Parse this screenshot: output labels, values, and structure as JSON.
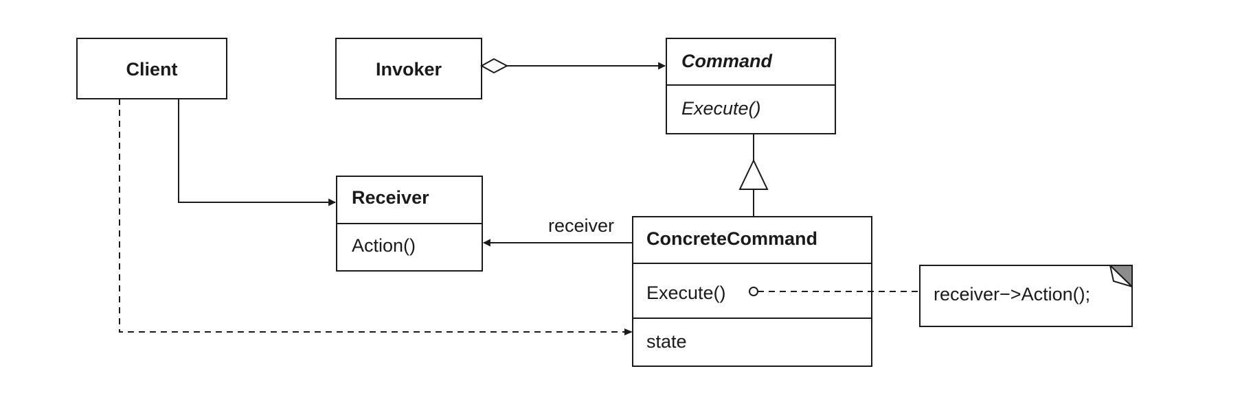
{
  "diagram": {
    "classes": {
      "client": {
        "name": "Client"
      },
      "invoker": {
        "name": "Invoker"
      },
      "command": {
        "name": "Command",
        "operation": "Execute()"
      },
      "receiver": {
        "name": "Receiver",
        "operation": "Action()"
      },
      "concrete_command": {
        "name": "ConcreteCommand",
        "operation": "Execute()",
        "attribute": "state"
      }
    },
    "association_label": "receiver",
    "note": {
      "text": "receiver−>Action();"
    }
  }
}
